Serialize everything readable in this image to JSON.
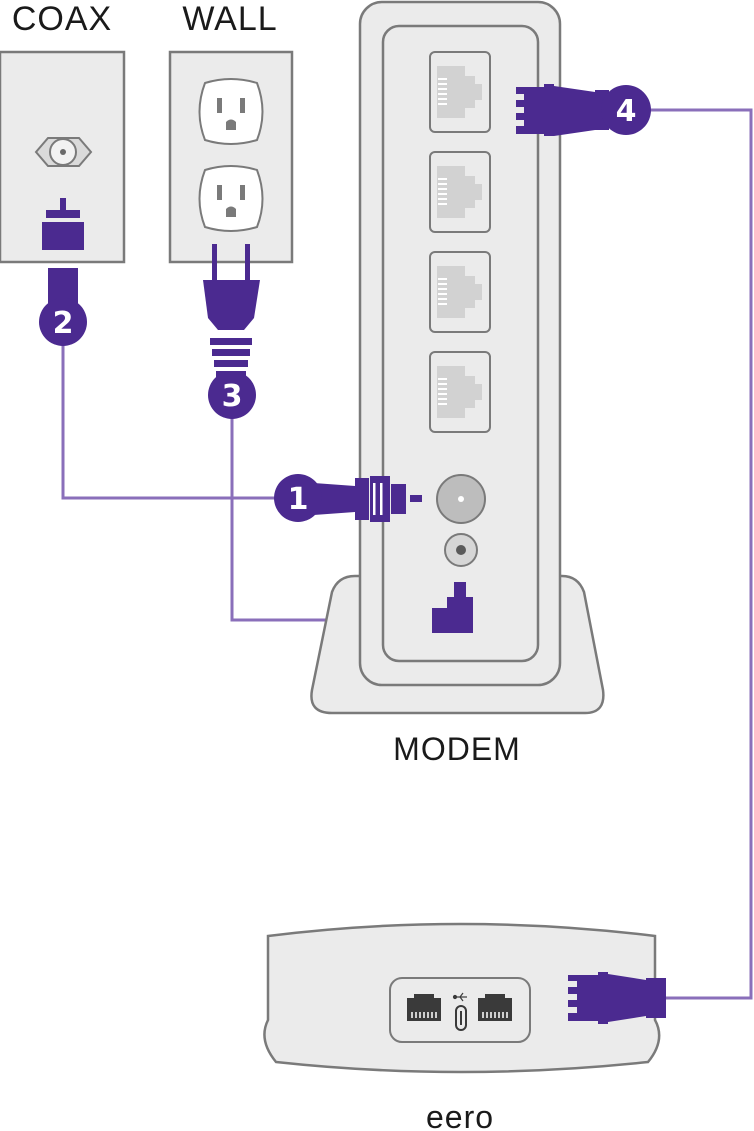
{
  "labels": {
    "coax": "COAX",
    "wall": "WALL",
    "modem": "MODEM",
    "eero": "eero"
  },
  "steps": {
    "one": "1",
    "two": "2",
    "three": "3",
    "four": "4"
  },
  "colors": {
    "accent": "#4b2a90",
    "cable": "#8a6fba",
    "device_fill": "#ebebeb",
    "device_stroke": "#7a7a7a",
    "port_fill": "#dcdcdc"
  },
  "icons": {
    "coax_jack": "coax-wall-jack-icon",
    "outlet": "power-outlet-icon",
    "ethernet": "ethernet-port-icon",
    "usb": "usb-icon"
  }
}
